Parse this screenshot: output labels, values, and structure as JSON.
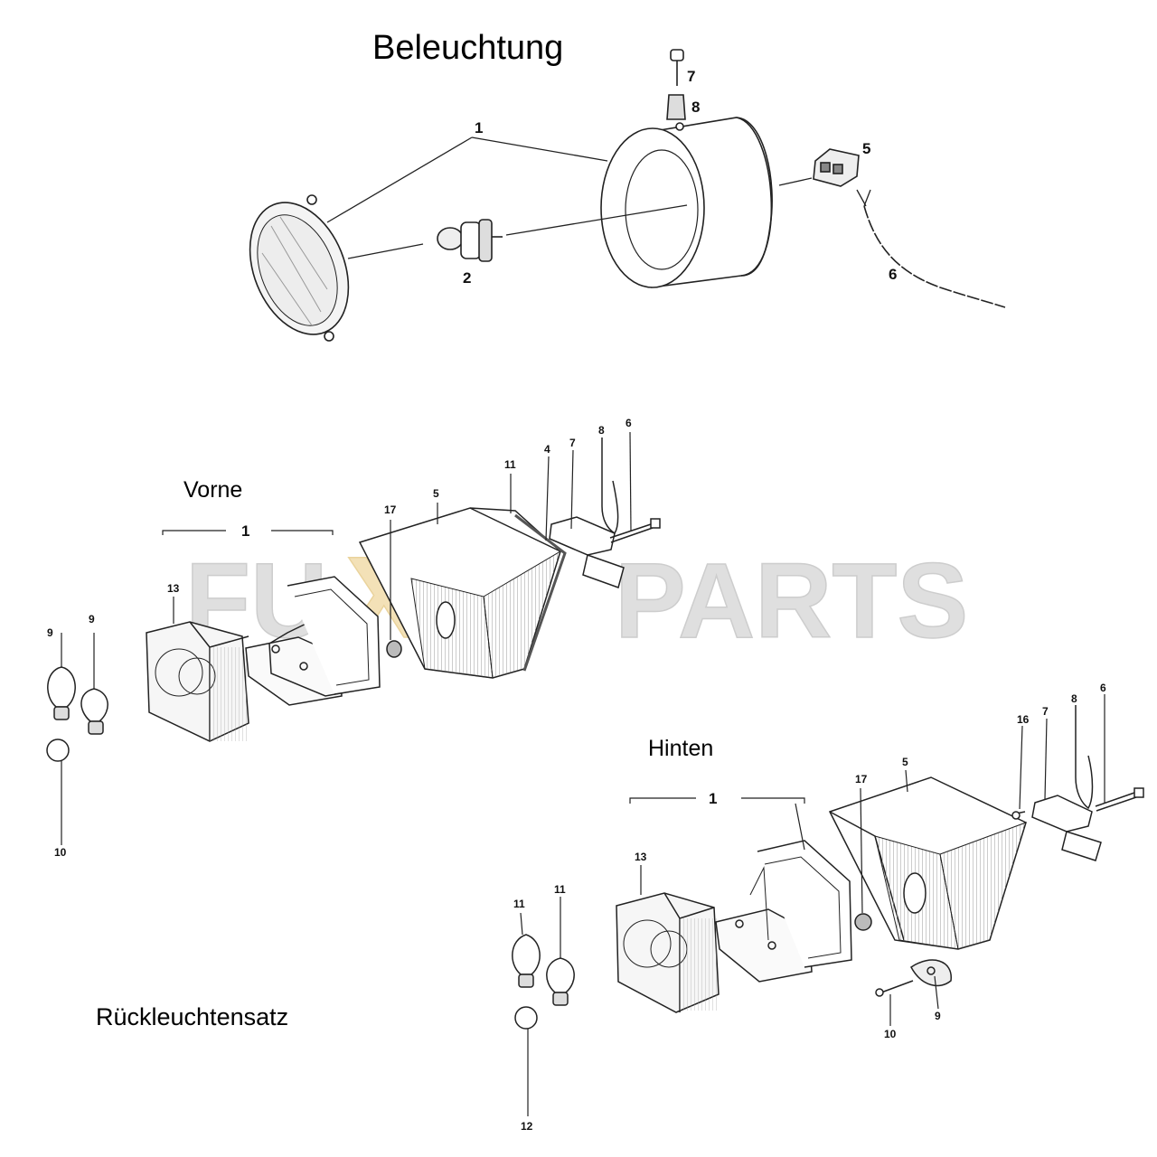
{
  "headings": {
    "title": "Beleuchtung",
    "front": "Vorne",
    "rear": "Hinten",
    "set": "Rückleuchtensatz"
  },
  "watermark": {
    "left": "FU",
    "middle": "XX",
    "right": "PARTS",
    "color_gray": "#dcdcdc",
    "color_gold": "#f2deb0"
  },
  "headlamp_callouts": {
    "c1": "1",
    "c2": "2",
    "c5": "5",
    "c6": "6",
    "c7": "7",
    "c8": "8"
  },
  "front_callouts": {
    "c1": "1",
    "c4": "4",
    "c5": "5",
    "c6": "6",
    "c7": "7",
    "c8": "8",
    "c9a": "9",
    "c9b": "9",
    "c10": "10",
    "c11": "11",
    "c13": "13",
    "c17": "17"
  },
  "rear_callouts": {
    "c1": "1",
    "c5": "5",
    "c6": "6",
    "c7": "7",
    "c8": "8",
    "c9": "9",
    "c10": "10",
    "c11a": "11",
    "c11b": "11",
    "c12": "12",
    "c13": "13",
    "c16": "16",
    "c17": "17"
  },
  "colors": {
    "line": "#222222",
    "paper": "#ffffff",
    "hatch": "#9a9a9a"
  }
}
